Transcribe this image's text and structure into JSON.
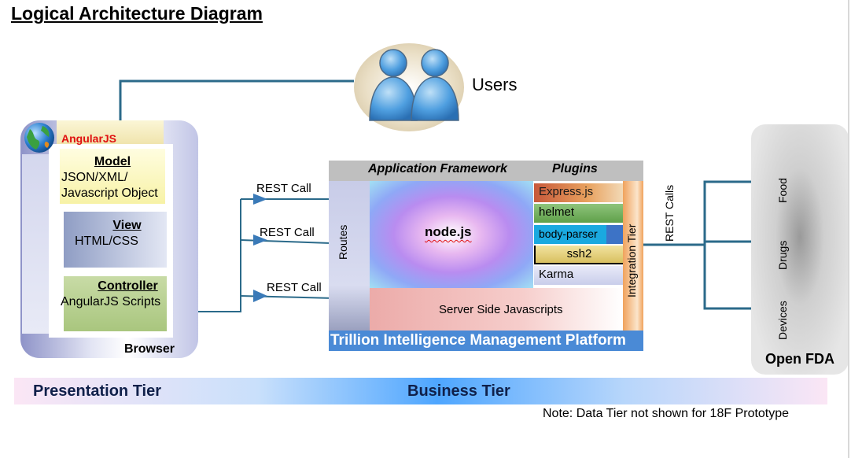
{
  "title": "Logical Architecture Diagram",
  "users": {
    "label": "Users"
  },
  "browser": {
    "framework": "AngularJS",
    "model_title": "Model",
    "model_text_1": "JSON/XML/",
    "model_text_2": "Javascript Object",
    "view_title": "View",
    "view_text": "HTML/CSS",
    "controller_title": "Controller",
    "controller_text": "AngularJS Scripts",
    "label": "Browser"
  },
  "rest_calls": [
    "REST Call",
    "REST Call",
    "REST Call"
  ],
  "platform": {
    "header_framework": "Application Framework",
    "header_plugins": "Plugins",
    "routes": "Routes",
    "core": "node.js",
    "plugins": [
      "Express.js",
      "helmet",
      "body-parser",
      "ssh2",
      "Karma"
    ],
    "server_side": "Server Side Javascripts",
    "integration_tier": "Integration Tier",
    "name": "Trillion Intelligence Management Platform"
  },
  "rest_calls_out": "REST Calls",
  "open_fda": {
    "label": "Open FDA",
    "sources": [
      "Food",
      "Drugs",
      "Devices"
    ]
  },
  "tiers": {
    "presentation": "Presentation Tier",
    "business": "Business Tier"
  },
  "note": "Note:  Data Tier not shown for 18F Prototype",
  "colors": {
    "angular_red": "#e01010",
    "connector": "#2b6a8a",
    "platform_blue": "#4a8ad6"
  }
}
